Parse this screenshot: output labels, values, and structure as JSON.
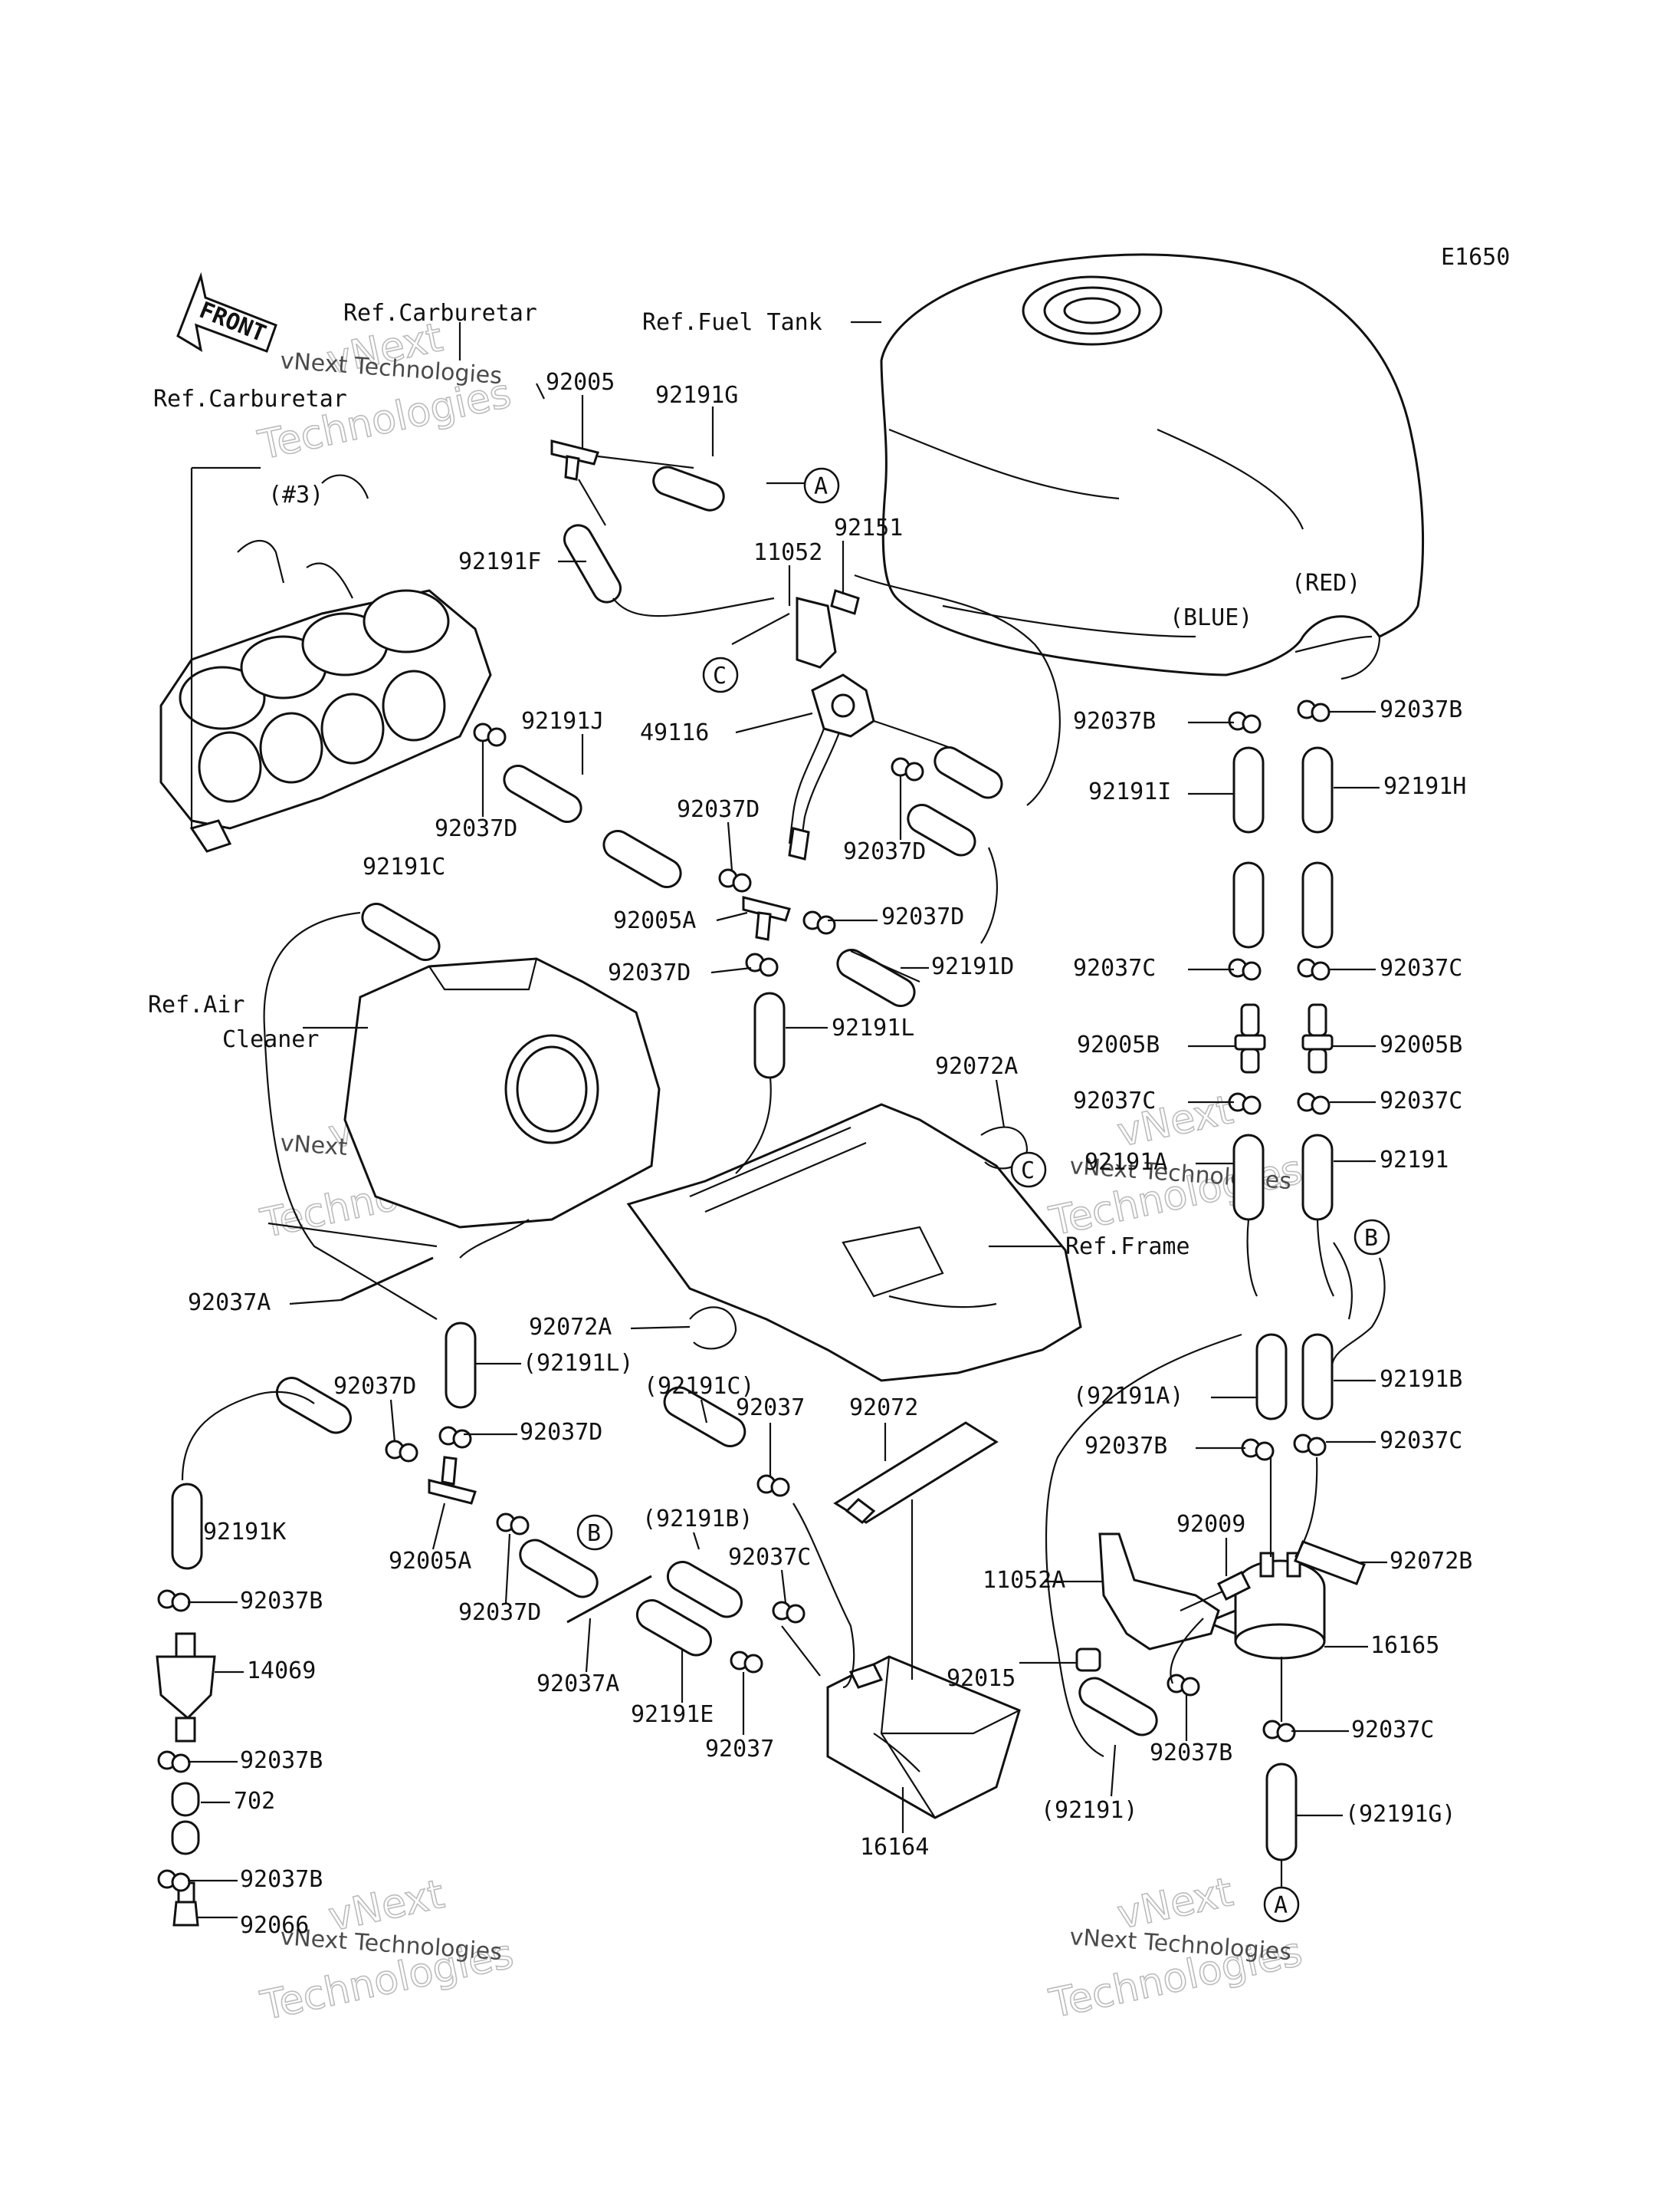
{
  "diagram": {
    "code": "E1650",
    "front_label": "FRONT",
    "labels": {
      "ref_carb_1": "Ref.Carburetar",
      "ref_carb_2": "Ref.Carburetar",
      "ref_fuel_tank": "Ref.Fuel Tank",
      "ref_air_1": "Ref.Air",
      "ref_air_2": "Cleaner",
      "ref_frame": "Ref.Frame",
      "cyl3": "(#3)",
      "red": "(RED)",
      "blue": "(BLUE)",
      "p92005": "92005",
      "p92191G": "92191G",
      "p92191F": "92191F",
      "p11052": "11052",
      "p92151": "92151",
      "p49116": "49116",
      "p92191J": "92191J",
      "p92037D_a": "92037D",
      "p92037D_b": "92037D",
      "p92037D_c": "92037D",
      "p92037D_d": "92037D",
      "p92037D_e": "92037D",
      "p92037D_f": "92037D",
      "p92037D_g": "92037D",
      "p92037D_h": "92037D",
      "p92191C": "92191C",
      "p92005A_a": "92005A",
      "p92005A_b": "92005A",
      "p92191D": "92191D",
      "p92191L": "92191L",
      "p92072A_a": "92072A",
      "p92072A_b": "92072A",
      "p92037A_a": "92037A",
      "p92037A_b": "92037A",
      "p92191L_par": "(92191L)",
      "p92191C_par": "(92191C)",
      "p92037_a": "92037",
      "p92037_b": "92037",
      "p92072": "92072",
      "p92191K": "92191K",
      "p92037B_a": "92037B",
      "p92037B_b": "92037B",
      "p92037B_c": "92037B",
      "p92037B_d": "92037B",
      "p92037B_e": "92037B",
      "p92037B_f": "92037B",
      "p92037B_g": "92037B",
      "p14069": "14069",
      "p702": "702",
      "p92066": "92066",
      "p92191B_par": "(92191B)",
      "p92037C_a": "92037C",
      "p92037C_b": "92037C",
      "p92037C_c": "92037C",
      "p92037C_d": "92037C",
      "p92037C_e": "92037C",
      "p92037C_f": "92037C",
      "p92037C_g": "92037C",
      "p92191E": "92191E",
      "p16164": "16164",
      "p92191I": "92191I",
      "p92191H": "92191H",
      "p92005B_a": "92005B",
      "p92005B_b": "92005B",
      "p92191A": "92191A",
      "p92191": "92191",
      "p92191A_par": "(92191A)",
      "p92191B": "92191B",
      "p92009": "92009",
      "p92072B": "92072B",
      "p11052A": "11052A",
      "p16165": "16165",
      "p92015": "92015",
      "p92191_par": "(92191)",
      "p92191G_par": "(92191G)"
    },
    "callouts": {
      "A1": "A",
      "A2": "A",
      "B1": "B",
      "B2": "B",
      "C1": "C",
      "C2": "C"
    },
    "watermark": {
      "line1": "vNext",
      "line2": "Technologies",
      "small": "vNext Technologies"
    }
  }
}
